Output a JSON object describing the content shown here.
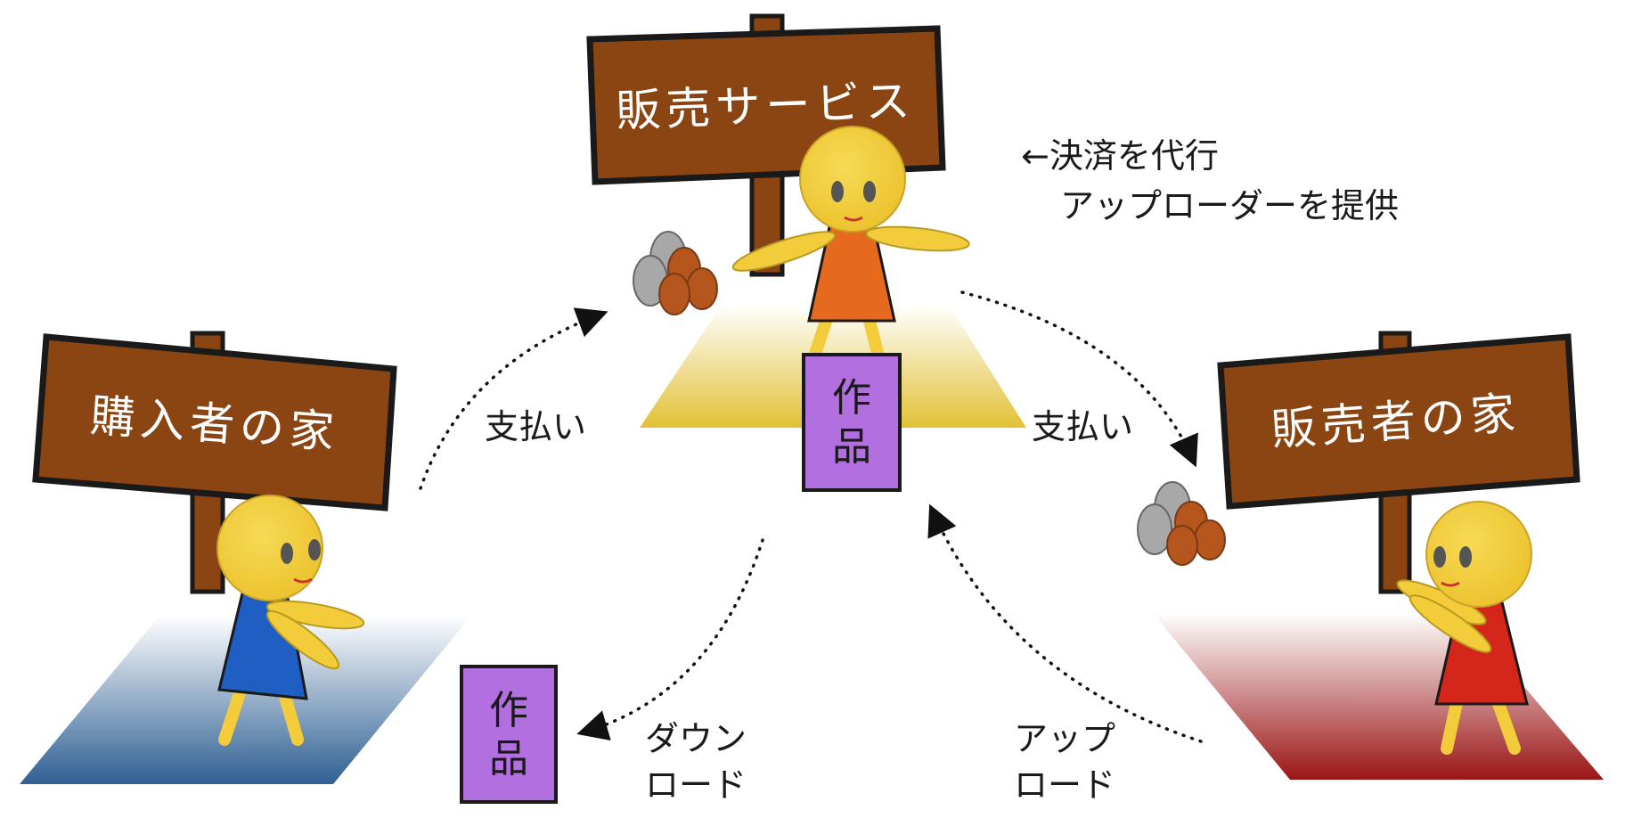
{
  "signs": {
    "service": "販売サービス",
    "buyer": "購入者の家",
    "seller": "販売者の家"
  },
  "work": {
    "line1": "作",
    "line2": "品"
  },
  "labels": {
    "payment_left": "支払い",
    "payment_right": "支払い",
    "download_line1": "ダウン",
    "download_line2": "ロード",
    "upload_line1": "アップ",
    "upload_line2": "ロード",
    "service_note_line1": "←決済を代行",
    "service_note_line2": "アップローダーを提供"
  },
  "colors": {
    "sign": "#8b4513",
    "face": "#f2cc3b",
    "work": "#b26fe0",
    "buyer_dress": "#1f5fc4",
    "service_dress": "#e56a1e",
    "seller_dress": "#d4261a"
  }
}
